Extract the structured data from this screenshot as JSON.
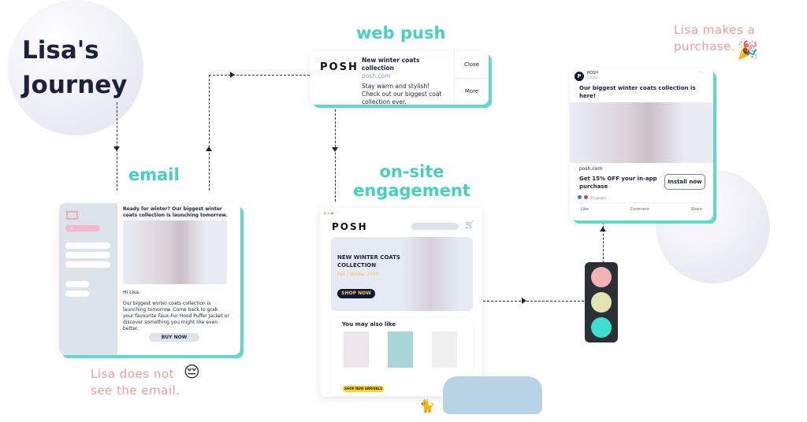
{
  "title_lines": [
    "Lisa's",
    "Journey"
  ],
  "labels": {
    "web_push": "web push",
    "email": "email",
    "onsite_1": "on-site",
    "onsite_2": "engagement"
  },
  "notes": {
    "email_miss": [
      "Lisa does not",
      "see the email."
    ],
    "email_emoji": "😔",
    "purchase": [
      "Lisa makes a",
      "purchase."
    ],
    "purchase_emoji": "🎉"
  },
  "email": {
    "subject": "Ready for winter? Our biggest winter coats collection is launching tomorrow.",
    "greeting": "Hi Lisa,",
    "body": "Our biggest winter coats collection is launching tomorrow. Come back to grab your favourite Faux-Fur Hood Puffer Jacket or discover something you might like even better.",
    "cta": "BUY NOW",
    "compose_icon": "+"
  },
  "push": {
    "brand": "POSH",
    "title": "New winter coats collection",
    "site": "posh.com",
    "body": "Stay warm and stylish! Check out our biggest coat collection ever.",
    "close": "Close",
    "more": "More"
  },
  "site": {
    "brand": "POSH",
    "hero_title": "NEW WINTER COATS COLLECTION",
    "hero_sub": "Fall / Winter 2020",
    "hero_cta": "SHOP NOW",
    "recs_title": "You may also like",
    "recs_cta": "SHOP NEW ARRIVALS"
  },
  "fb": {
    "page": "POSH",
    "time": "5 mins · ",
    "avatar": "P",
    "headline": "Our biggest winter coats collection is here!",
    "domain": "posh.com",
    "offer": "Get 15% OFF your in-app purchase",
    "cta": "Install now",
    "reactions": "15 people",
    "like": "Like",
    "comment": "Comment",
    "share": "Share",
    "more": "···"
  },
  "colors": {
    "teal": "#45d1bf",
    "pink": "#f29b9b",
    "navy": "#1c2140",
    "yellow": "#f9d423"
  }
}
